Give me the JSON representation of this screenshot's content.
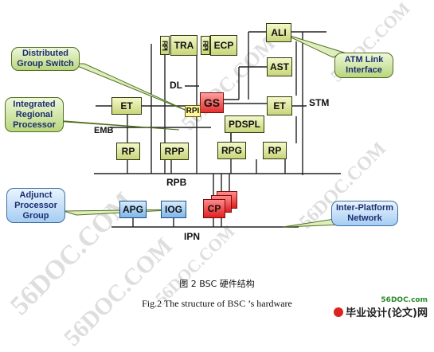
{
  "boxes": {
    "ali": "ALI",
    "tra": "TRA",
    "ecp": "ECP",
    "rpi_tra": "RPI",
    "rpi_ecp": "RPI",
    "ast": "AST",
    "gs": "GS",
    "rpi_gs": "RPI",
    "et_left": "ET",
    "et_right": "ET",
    "pdspl": "PDSPL",
    "rp_left": "RP",
    "rpp": "RPP",
    "rpg": "RPG",
    "rp_right": "RP",
    "apg": "APG",
    "iog": "IOG",
    "cp": "CP"
  },
  "labels": {
    "dl": "DL",
    "stm": "STM",
    "emb": "EMB",
    "rpb": "RPB",
    "ipn": "IPN"
  },
  "callouts": {
    "distributed_group_switch": "Distributed Group Switch",
    "integrated_regional_processor": "Integrated Regional Processor",
    "adjunct_processor_group": "Adjunct Processor Group",
    "atm_link_interface": "ATM Link Interface",
    "inter_platform_network": "Inter-Platform Network"
  },
  "caption": {
    "chinese": "图 2   BSC 硬件结构",
    "english": "Fig.2    The structure of BSC ’s hardware"
  },
  "watermarks": [
    "56DOC.COM",
    "56DOC.COM",
    "56DOC.COM",
    "56DOC.COM",
    "56DOC.COM",
    "56DOC.COM"
  ],
  "footer": {
    "url": "56DOC.com",
    "brand": "毕业设计(论文)网"
  }
}
